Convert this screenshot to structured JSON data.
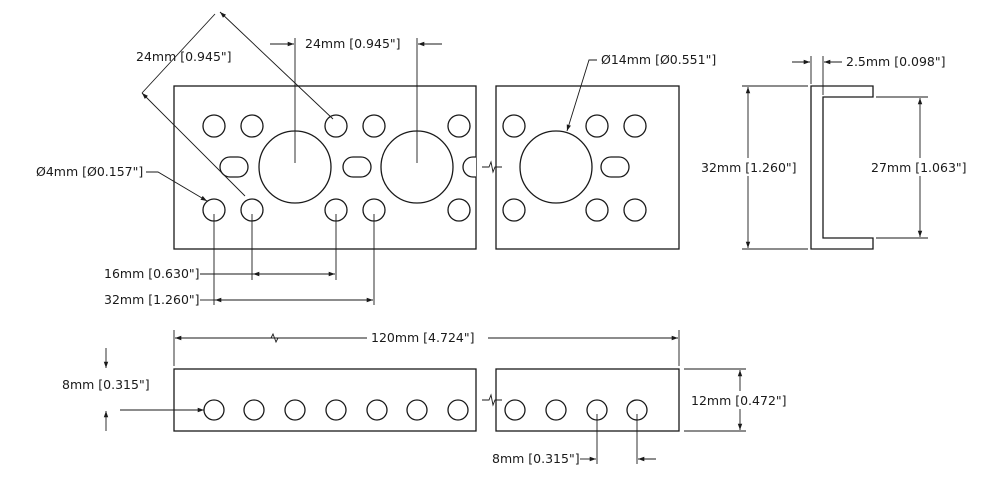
{
  "drawing": {
    "colors": {
      "line": "#1a1a1a",
      "background": "#ffffff"
    },
    "dimensions": {
      "diag_spacing": "24mm [0.945\"]",
      "big_hole_spacing": "24mm [0.945\"]",
      "big_hole_dia": "Ø14mm [Ø0.551\"]",
      "small_hole_dia": "Ø4mm [Ø0.157\"]",
      "spacing_16": "16mm [0.630\"]",
      "spacing_32": "32mm [1.260\"]",
      "wall_thickness": "2.5mm [0.098\"]",
      "channel_outer": "32mm [1.260\"]",
      "channel_inner": "27mm [1.063\"]",
      "length": "120mm [4.724\"]",
      "side_hole_offset": "8mm [0.315\"]",
      "side_height": "12mm [0.472\"]",
      "side_hole_pitch": "8mm [0.315\"]"
    }
  }
}
